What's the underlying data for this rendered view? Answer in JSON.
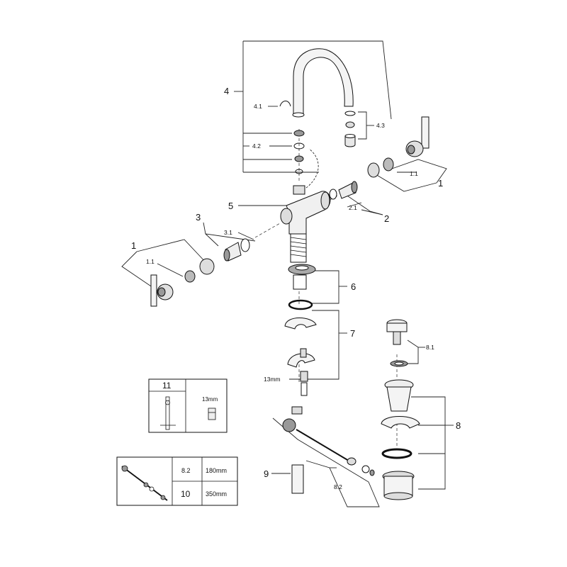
{
  "callouts": {
    "c4": "4",
    "c4_1": "4.1",
    "c4_2": "4.2",
    "c4_3": "4.3",
    "c5": "5",
    "c3": "3",
    "c3_1": "3.1",
    "c1_left": "1",
    "c1_1_left": "1.1",
    "c1_right": "1",
    "c1_1_right": "1.1",
    "c2": "2",
    "c2_1": "2.1",
    "c6": "6",
    "c7": "7",
    "c13mm_main": "13mm",
    "c8": "8",
    "c8_1": "8.1",
    "c8_2": "8.2",
    "c9": "9"
  },
  "box11": {
    "number": "11",
    "size": "13mm"
  },
  "table": {
    "rows": [
      {
        "part": "8.2",
        "length": "180mm"
      },
      {
        "part": "10",
        "length": "350mm"
      }
    ]
  }
}
